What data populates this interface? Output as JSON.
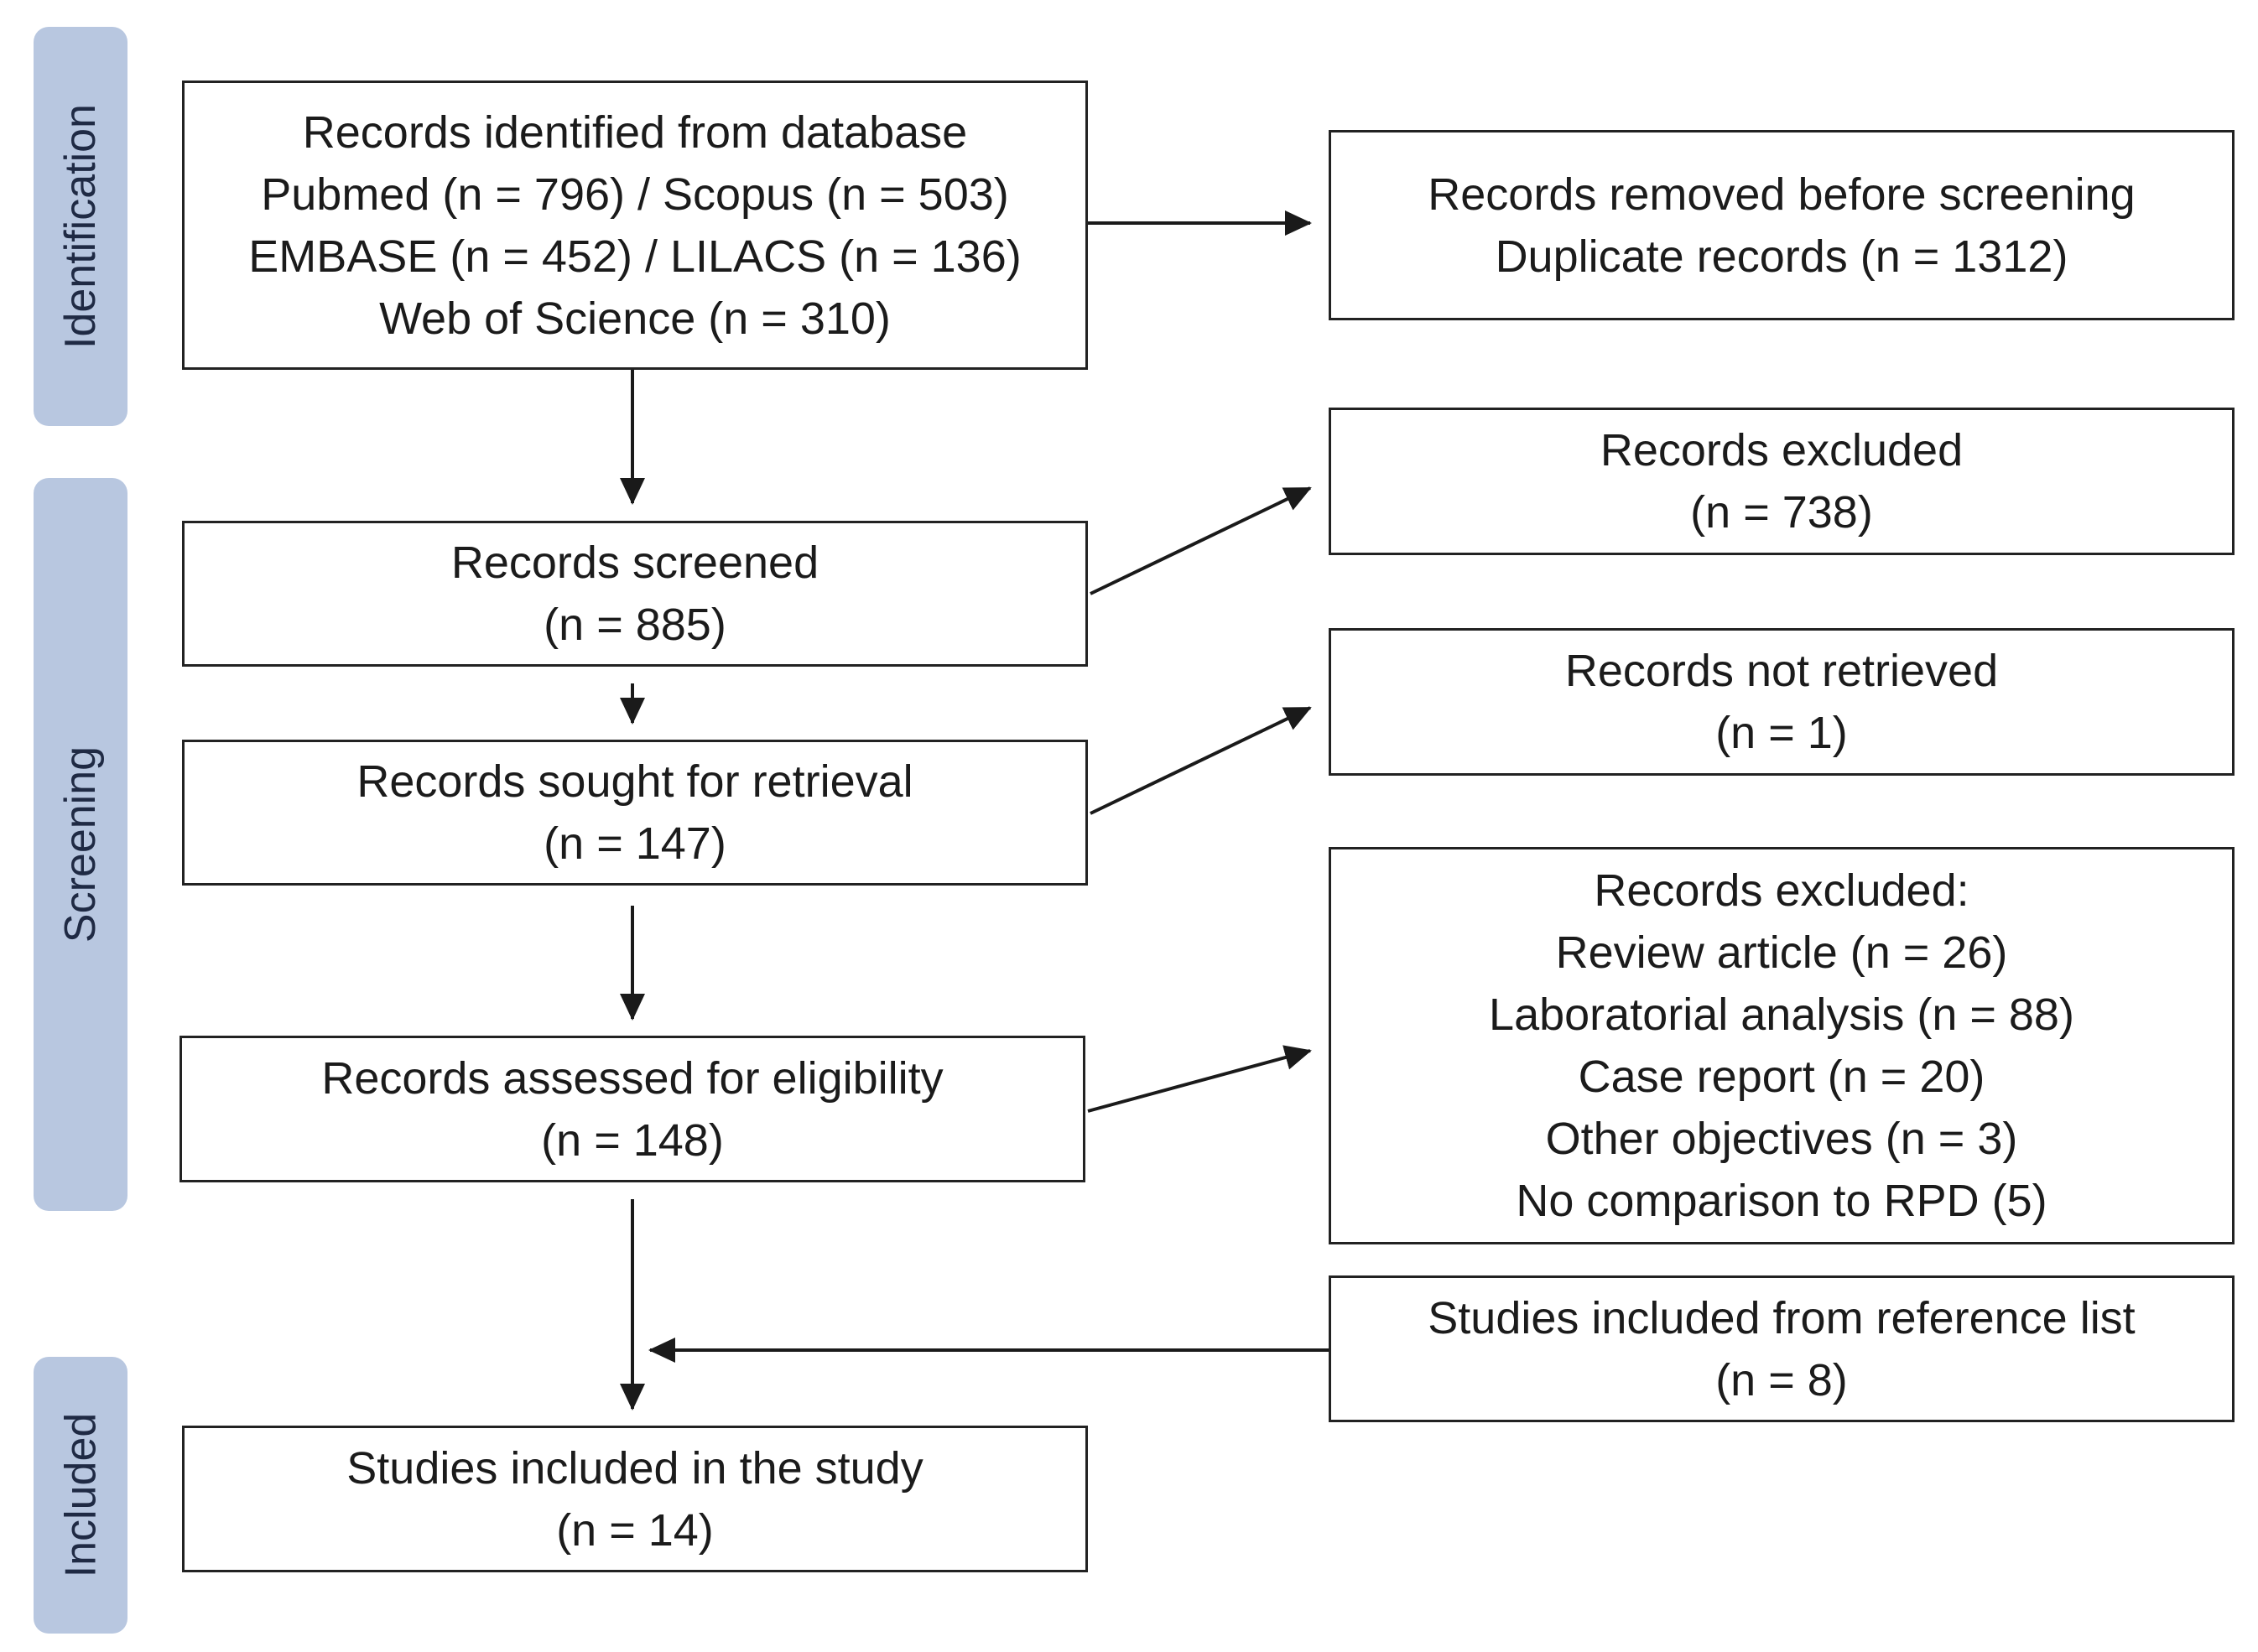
{
  "colors": {
    "phase_bg": "#b8c7e0",
    "line": "#1a1a1a"
  },
  "phases": {
    "identification": "Identification",
    "screening": "Screening",
    "included": "Included"
  },
  "boxes": {
    "identified": {
      "lines": [
        "Records identified from database",
        "Pubmed (n = 796) / Scopus (n = 503)",
        "EMBASE (n = 452) / LILACS  (n = 136)",
        "Web of Science (n = 310)"
      ]
    },
    "removed": {
      "lines": [
        "Records removed before screening",
        "Duplicate records (n = 1312)"
      ]
    },
    "screened": {
      "lines": [
        "Records screened",
        "(n = 885)"
      ]
    },
    "excluded_screening": {
      "lines": [
        "Records excluded",
        "(n = 738)"
      ]
    },
    "sought": {
      "lines": [
        "Records sought for retrieval",
        "(n = 147)"
      ]
    },
    "not_retrieved": {
      "lines": [
        "Records not retrieved",
        "(n = 1)"
      ]
    },
    "assessed": {
      "lines": [
        "Records assessed for eligibility",
        "(n = 148)"
      ]
    },
    "excluded_eligibility": {
      "lines": [
        "Records excluded:",
        "Review article (n = 26)",
        "Laboratorial analysis (n = 88)",
        "Case report (n = 20)",
        "Other objectives  (n = 3)",
        "No comparison to RPD (5)"
      ]
    },
    "reference_list": {
      "lines": [
        "Studies included from reference list",
        "(n = 8)"
      ]
    },
    "included": {
      "lines": [
        "Studies included in the study",
        "(n = 14)"
      ]
    }
  }
}
